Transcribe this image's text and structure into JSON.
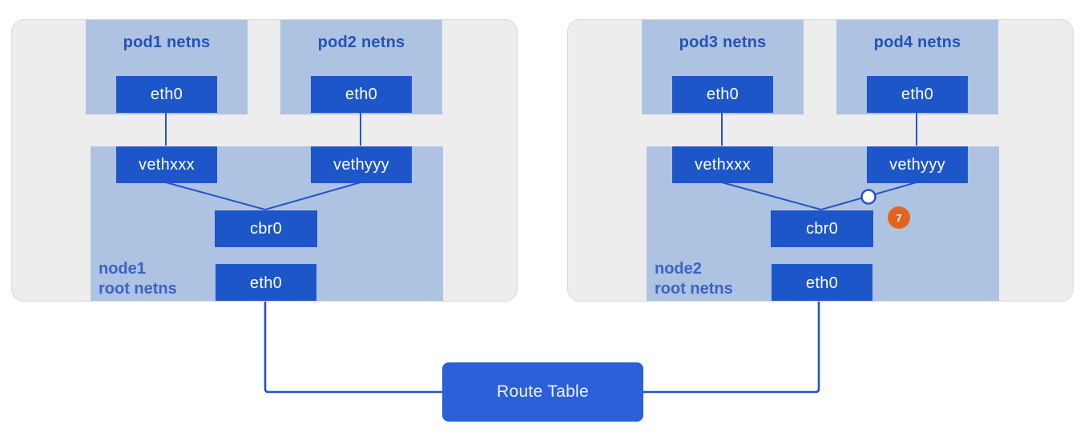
{
  "colors": {
    "page_bg": "#ffffff",
    "node_fill": "#ededee",
    "node_border": "#d6d8db",
    "netns_fill": "#aec2e2",
    "box_fill": "#1d56c9",
    "box_text": "#ffffff",
    "wire": "#2355c6",
    "route_fill": "#2b60d9",
    "route_text": "#eef2fb",
    "pod_label": "#2154b8",
    "node_label": "#3c63c4",
    "badge_fill": "#e2641e",
    "badge_text": "#ffffff",
    "junction_fill": "#ffffff"
  },
  "nodes": [
    {
      "name": "node1",
      "netns_label": "root netns",
      "pods": [
        {
          "label": "pod1 netns",
          "interface": "eth0"
        },
        {
          "label": "pod2 netns",
          "interface": "eth0"
        }
      ],
      "veths": [
        "vethxxx",
        "vethyyy"
      ],
      "bridge": "cbr0",
      "interface": "eth0"
    },
    {
      "name": "node2",
      "netns_label": "root netns",
      "pods": [
        {
          "label": "pod3 netns",
          "interface": "eth0"
        },
        {
          "label": "pod4 netns",
          "interface": "eth0"
        }
      ],
      "veths": [
        "vethxxx",
        "vethyyy"
      ],
      "bridge": "cbr0",
      "interface": "eth0"
    }
  ],
  "route_table": {
    "label": "Route Table"
  },
  "annotation": {
    "number": "7"
  }
}
